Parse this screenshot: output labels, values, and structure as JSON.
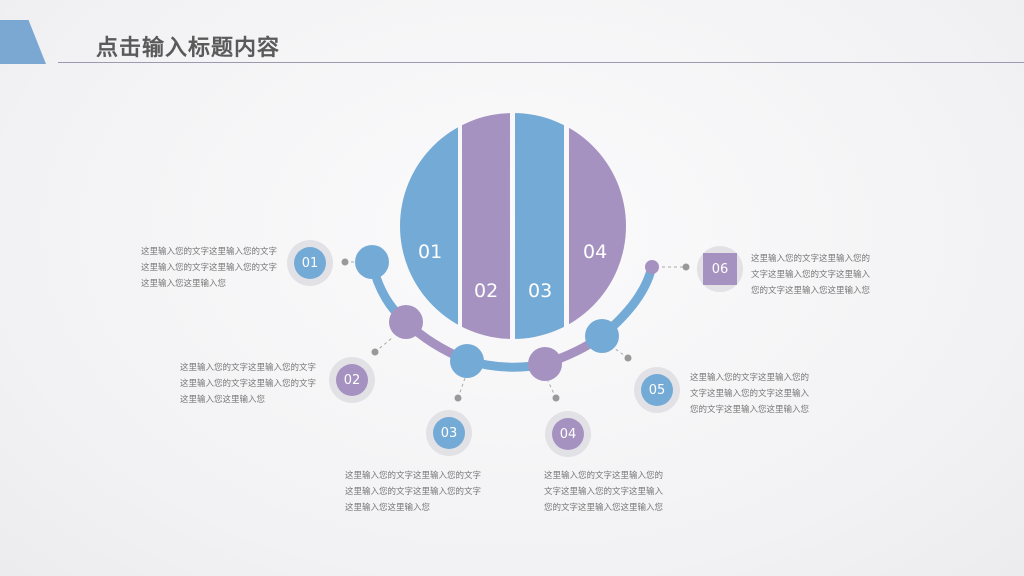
{
  "header": {
    "title": "点击输入标题内容"
  },
  "bars": [
    {
      "label": "01"
    },
    {
      "label": "02"
    },
    {
      "label": "03"
    },
    {
      "label": "04"
    }
  ],
  "items": [
    {
      "num": "01",
      "text": "这里输入您的文字这里输入您的文字这里输入您的文字这里输入您的文字这里输入您这里输入您"
    },
    {
      "num": "02",
      "text": "这里输入您的文字这里输入您的文字这里输入您的文字这里输入您的文字这里输入您这里输入您"
    },
    {
      "num": "03",
      "text": "这里输入您的文字这里输入您的文字这里输入您的文字这里输入您的文字这里输入您这里输入您"
    },
    {
      "num": "04",
      "text": "这里输入您的文字这里输入您的文字这里输入您的文字这里输入您的文字这里输入您这里输入您"
    },
    {
      "num": "05",
      "text": "这里输入您的文字这里输入您的文字这里输入您的文字这里输入您的文字这里输入您这里输入您"
    },
    {
      "num": "06",
      "text": "这里输入您的文字这里输入您的文字这里输入您的文字这里输入您的文字这里输入您这里输入您"
    }
  ],
  "colors": {
    "blue": "#74aad6",
    "purple": "#a592c0",
    "accent": "#7aa8d2"
  }
}
